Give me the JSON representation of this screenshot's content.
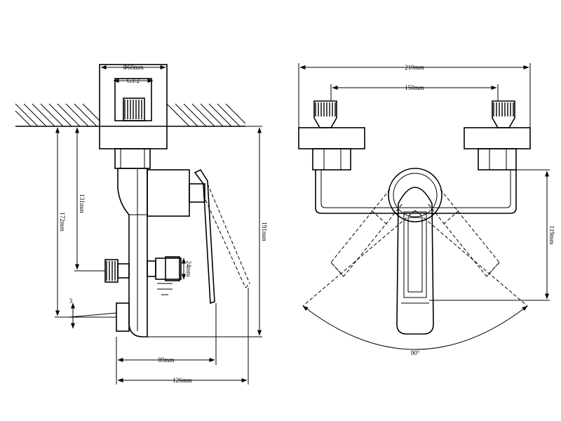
{
  "side_view": {
    "outer_diameter": "Φ60mm",
    "thread": "G1/2",
    "depth_131": "131mm",
    "depth_172": "172mm",
    "height_191": "191mm",
    "width_89": "89mm",
    "width_126": "126mm",
    "spout_24": "24mm",
    "angle_3": "3"
  },
  "front_view": {
    "total_width": "210mm",
    "center_distance": "150mm",
    "height_119": "119mm",
    "rotation": "90°"
  }
}
